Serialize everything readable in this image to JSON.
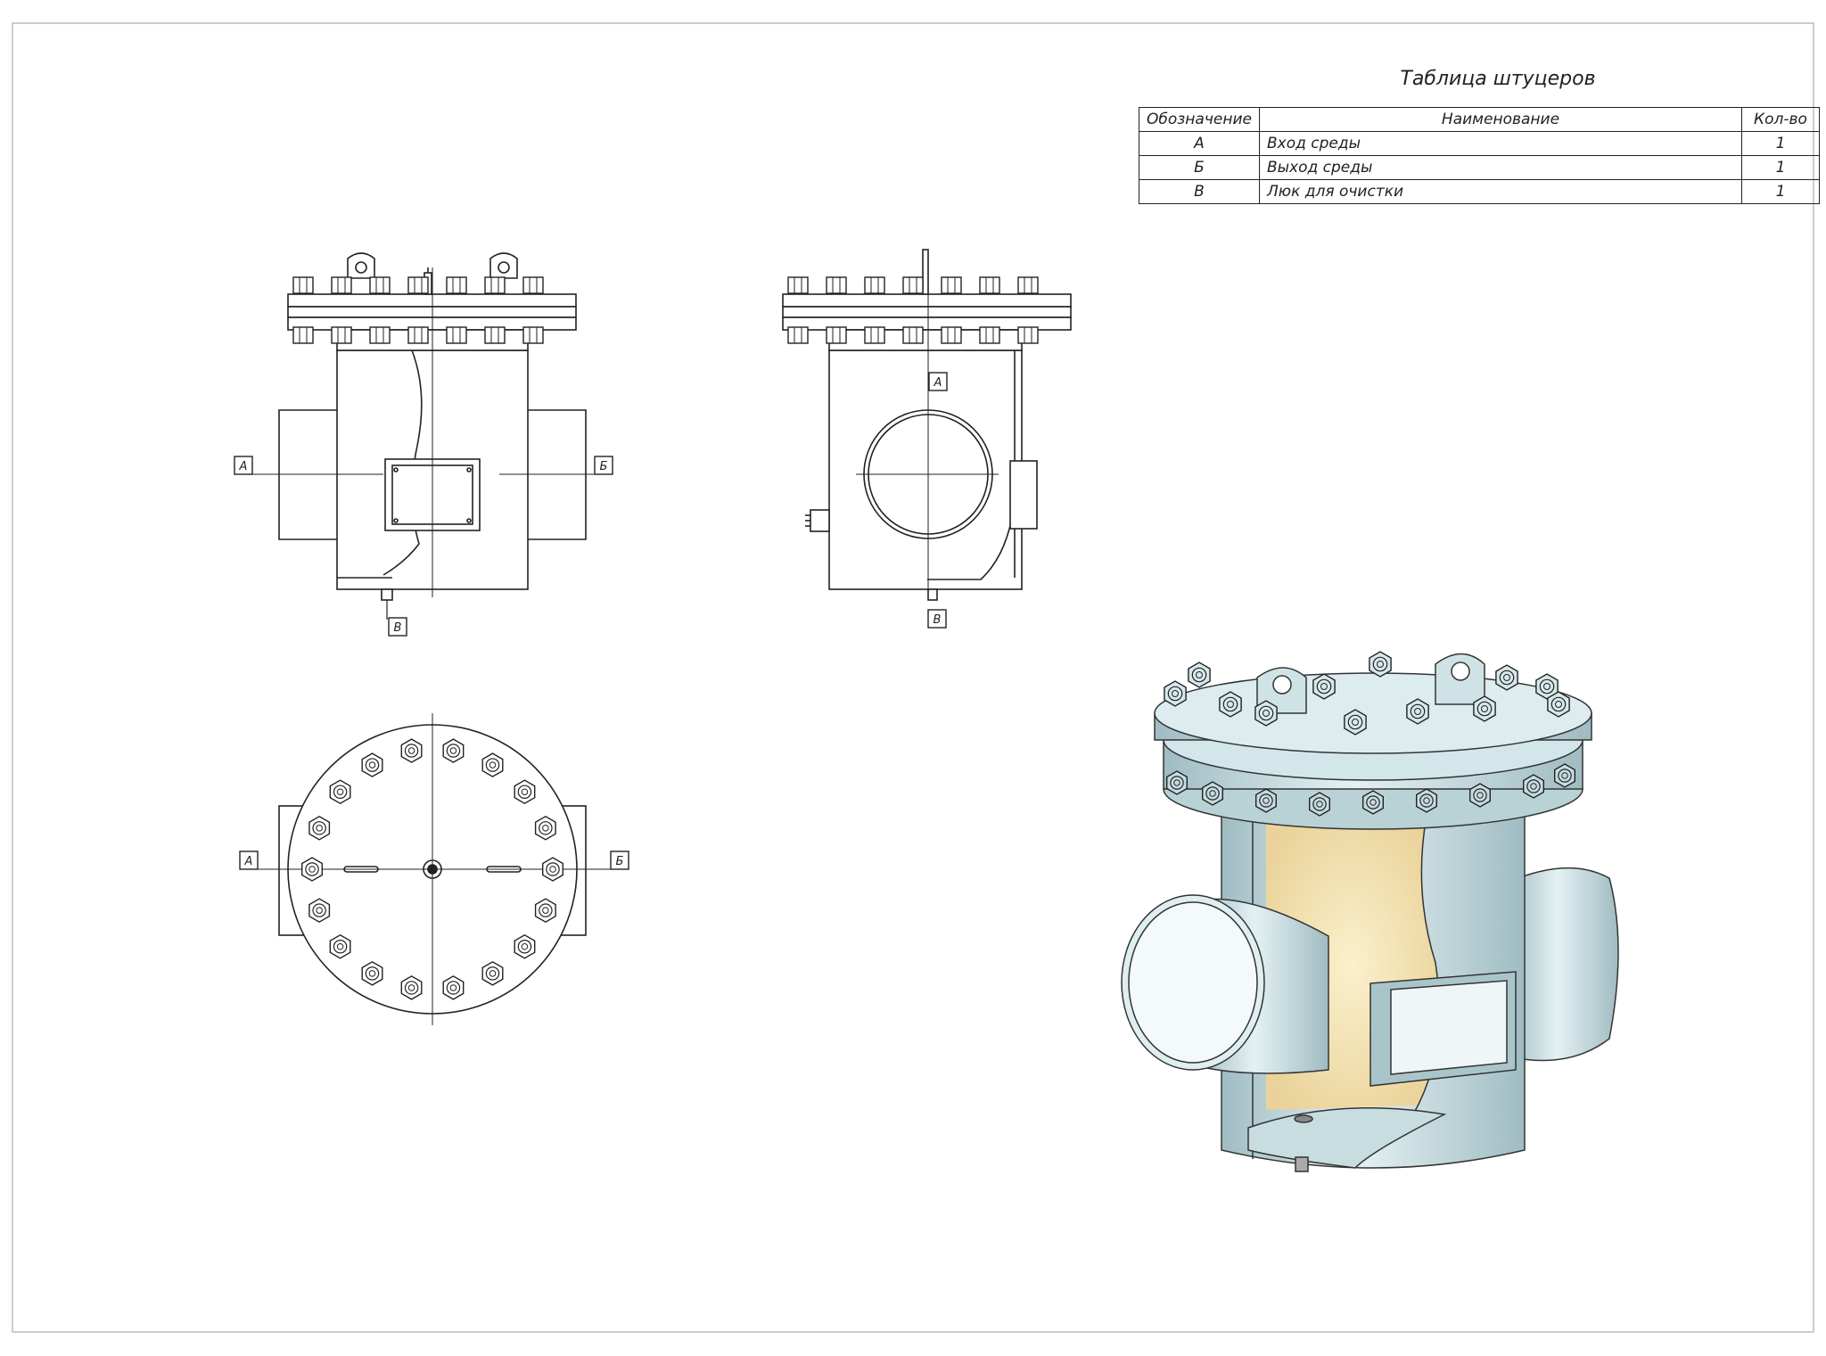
{
  "table": {
    "title": "Таблица штуцеров",
    "headers": [
      "Обозначение",
      "Наименование",
      "Кол-во"
    ],
    "rows": [
      {
        "mark": "А",
        "name": "Вход среды",
        "qty": "1"
      },
      {
        "mark": "Б",
        "name": "Выход среды",
        "qty": "1"
      },
      {
        "mark": "В",
        "name": "Люк для очистки",
        "qty": "1"
      }
    ]
  },
  "callouts": {
    "front_a": "А",
    "front_b": "Б",
    "front_v": "В",
    "side_a": "А",
    "side_v": "В",
    "top_a": "А",
    "top_b": "Б"
  },
  "colors": {
    "line": "#222222",
    "metal": "#cfe3e6",
    "metal_dark": "#9fbcc2",
    "media": "#f3e2b0"
  }
}
